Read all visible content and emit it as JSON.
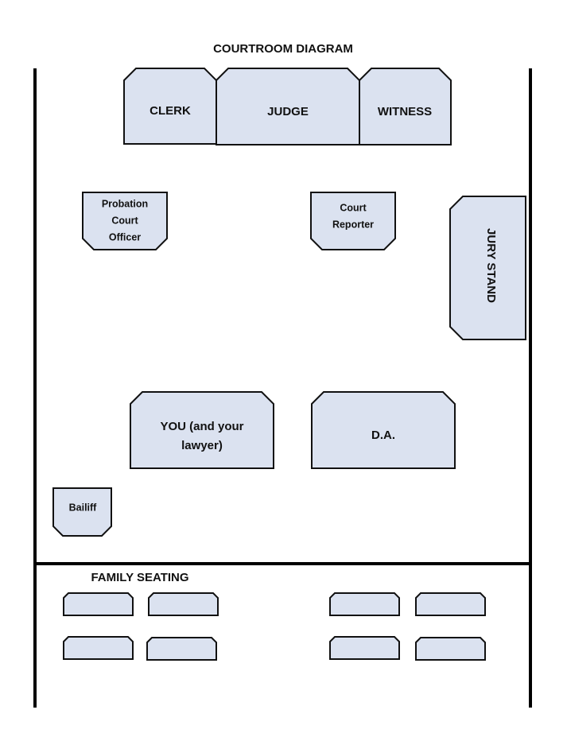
{
  "title": "COURTROOM DIAGRAM",
  "colors": {
    "shape_fill": "#dbe2f0",
    "stroke": "#111111",
    "wall": "#000000"
  },
  "bench": {
    "clerk": "CLERK",
    "judge": "JUDGE",
    "witness": "WITNESS"
  },
  "probation": {
    "lines": [
      "Probation",
      "Court",
      "Officer"
    ]
  },
  "court_reporter": {
    "lines": [
      "Court",
      "Reporter"
    ]
  },
  "jury_stand": "JURY STAND",
  "defense": {
    "lines": [
      "YOU (and your",
      "lawyer)"
    ]
  },
  "da": "D.A.",
  "bailiff": "Bailiff",
  "family_seating": {
    "label": "FAMILY SEATING",
    "bench_count": 8
  }
}
